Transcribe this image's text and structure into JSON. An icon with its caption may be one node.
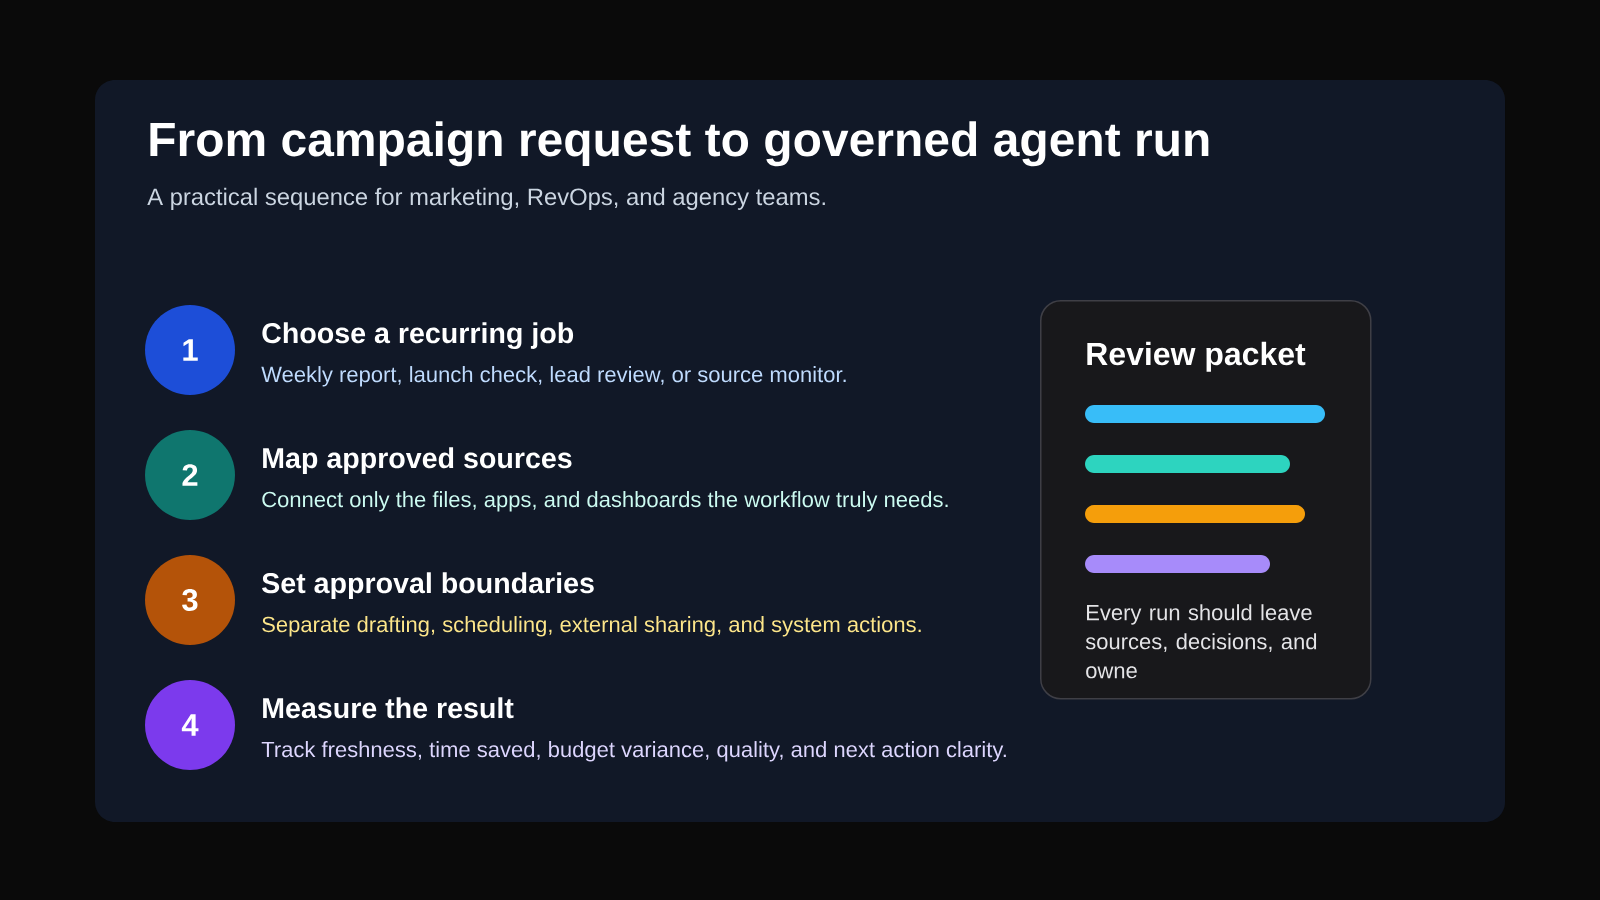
{
  "diagram": {
    "title": "From campaign request to governed agent run",
    "nodes": [
      {
        "text": [
          "1"
        ],
        "beside": [
          "Choose a recurring job",
          "Weekly report, launch check, lead review, or source monitor."
        ]
      },
      {
        "text": [
          "2"
        ],
        "beside": [
          "Map approved sources",
          "Connect only the files, apps, and dashboards the workflow truly needs."
        ]
      },
      {
        "text": [
          "3"
        ],
        "beside": [
          "Set approval boundaries",
          "Separate drafting, scheduling, external sharing, and system actions."
        ]
      },
      {
        "text": [
          "4"
        ],
        "beside": [
          "Measure the result",
          "Track freshness, time saved, budget variance, quality, and next action clarity."
        ]
      },
      {
        "text": [
          "Review packet",
          "Every run should leave sources, decisions, and owne"
        ]
      }
    ],
    "labels": [
      "A practical sequence for marketing, RevOps, and agency teams."
    ]
  }
}
